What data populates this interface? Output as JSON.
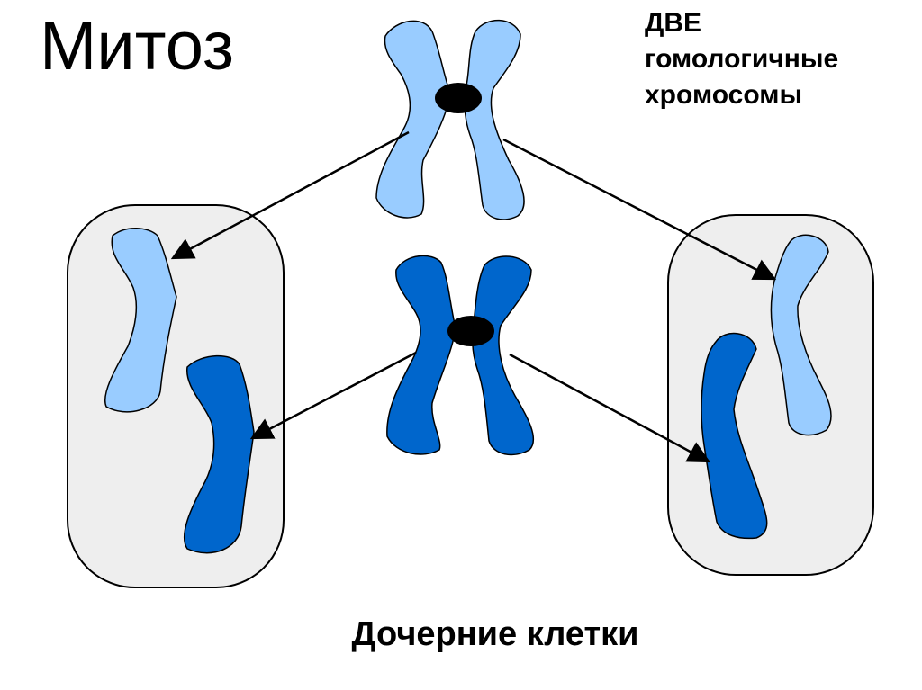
{
  "title": "Митоз",
  "annotation": {
    "lines": [
      "ДВЕ",
      "гомологичные",
      "хромосомы"
    ]
  },
  "caption": "Дочерние клетки",
  "colors": {
    "light_chromosome": "#99ccff",
    "dark_chromosome": "#0066cc",
    "cell_fill": "#eeeeee",
    "outline": "#000000",
    "centromere": "#000000"
  }
}
